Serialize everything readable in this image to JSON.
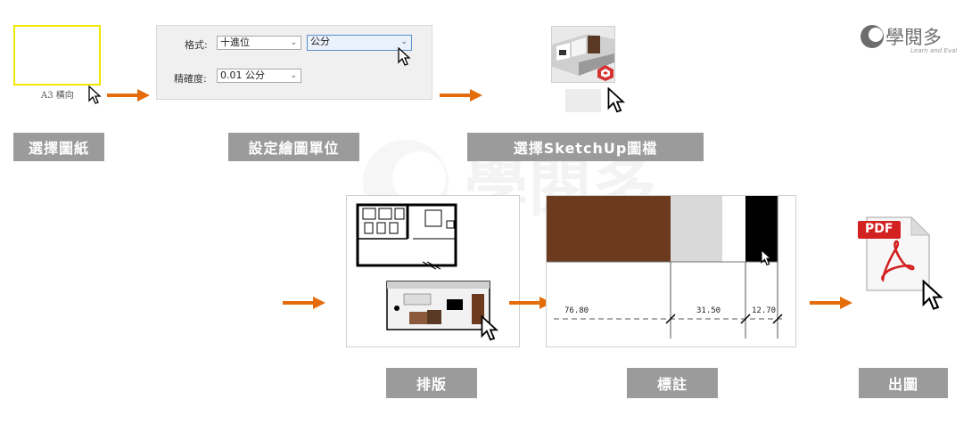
{
  "colors": {
    "label_bg": "#9b9b9b",
    "arrow": "#e46c0a",
    "wood": "#6b3a1f",
    "paper_outline": "#f2e600"
  },
  "step1": {
    "paper_caption": "A3 橫向",
    "label": "選擇圖紙"
  },
  "step2": {
    "format_label": "格式:",
    "format_value": "十進位",
    "unit_value": "公分",
    "precision_label": "精確度:",
    "precision_value": "0.01 公分",
    "label": "設定繪圖單位"
  },
  "step3": {
    "label": "選擇SketchUp圖檔",
    "icon": "sketchup-icon"
  },
  "step4": {
    "label": "排版"
  },
  "step5": {
    "label": "標註",
    "dimensions": [
      "76.80",
      "31.50",
      "12.70"
    ]
  },
  "step6": {
    "label": "出圖",
    "pdf_text": "PDF",
    "icon": "pdf-file-icon"
  },
  "logo": {
    "brand": "學閱多",
    "tagline": "Learn and Eval",
    "watermark": "學閱多"
  }
}
